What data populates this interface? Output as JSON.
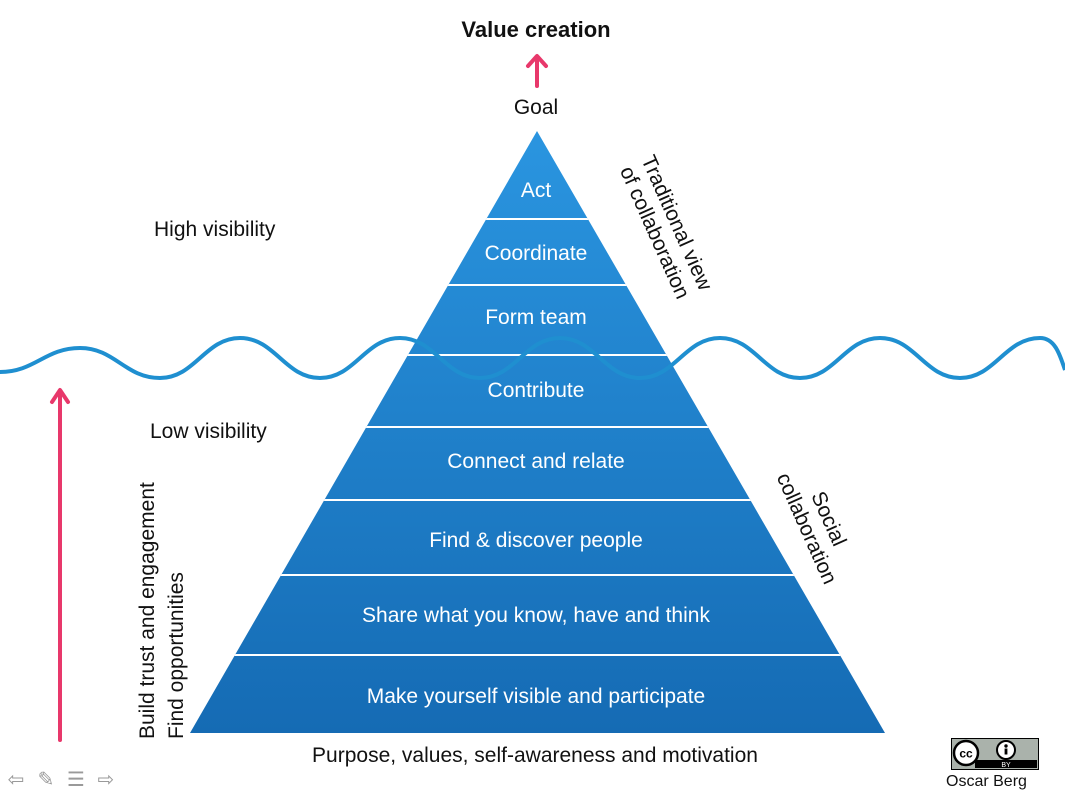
{
  "title": "Value creation",
  "goal": "Goal",
  "high_visibility": "High visibility",
  "low_visibility": "Low visibility",
  "pyramid": [
    "Act",
    "Coordinate",
    "Form team",
    "Contribute",
    "Connect and relate",
    "Find & discover people",
    "Share what you know, have and think",
    "Make yourself visible and participate"
  ],
  "traditional_label": [
    "Traditional view",
    "of collaboration"
  ],
  "social_label": [
    "Social",
    "collaboration"
  ],
  "left_labels": [
    "Build trust and engagement",
    "Find opportunities"
  ],
  "base_caption": "Purpose, values, self-awareness and motivation",
  "credit": "Oscar Berg",
  "license_badge": "BY",
  "colors": {
    "pyramid_top": "#2a95e0",
    "pyramid_bottom": "#156bb4",
    "wave": "#1f8fd0",
    "arrow": "#e8386b"
  },
  "icons": [
    "arrow-left-icon",
    "pencil-icon",
    "menu-icon",
    "arrow-right-icon"
  ]
}
